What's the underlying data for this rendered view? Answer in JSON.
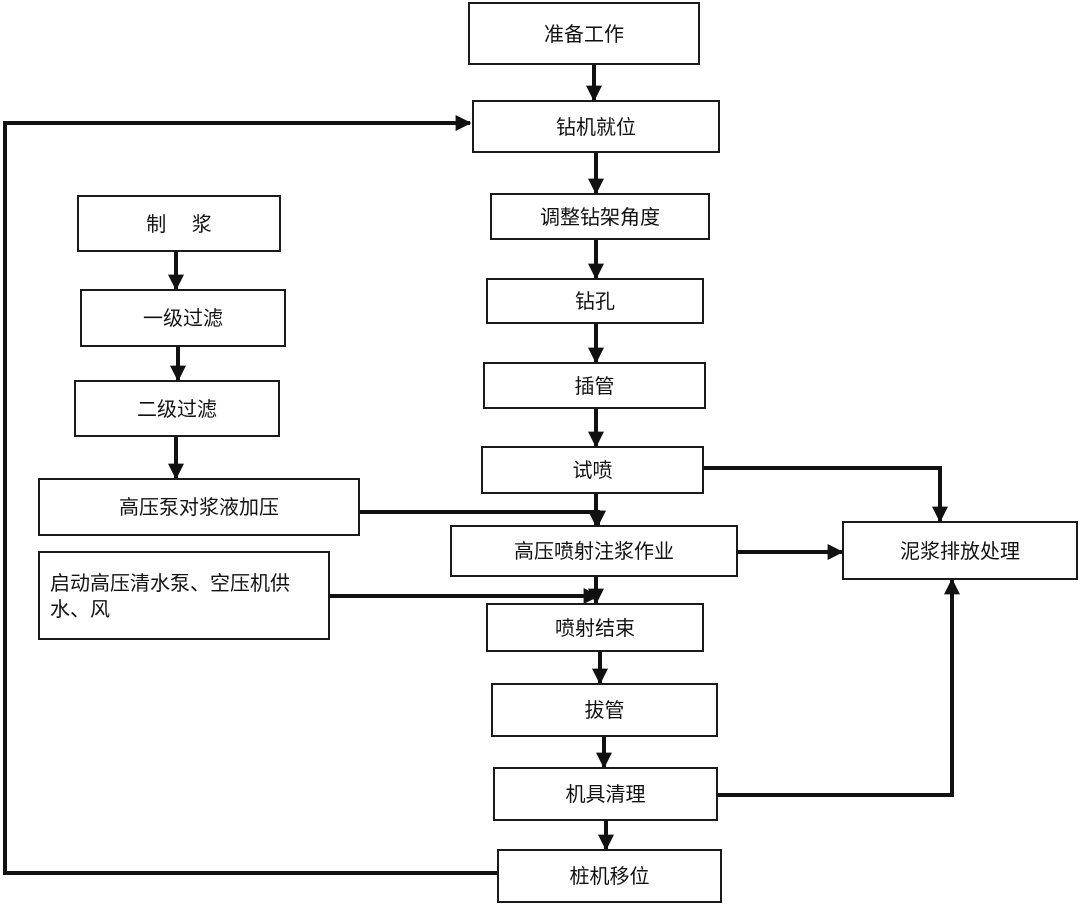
{
  "colors": {
    "line": "#111111",
    "border": "#1a1a1a",
    "text": "#111111",
    "background": "#ffffff"
  },
  "steps": {
    "prep": "准备工作",
    "rig_position": "钻机就位",
    "adjust_angle": "调整钻架角度",
    "drill": "钻孔",
    "insert_pipe": "插管",
    "test_spray": "试喷",
    "grouting": "高压喷射注浆作业",
    "spray_end": "喷射结束",
    "pull_pipe": "拔管",
    "cleaning": "机具清理",
    "rig_move": "桩机移位",
    "mud_disposal": "泥浆排放处理"
  },
  "slurry": {
    "make": "制    浆",
    "filter1": "一级过滤",
    "filter2": "二级过滤",
    "pressurize": "高压泵对浆液加压"
  },
  "supply": {
    "start_pumps": "启动高压清水泵、空压机供水、风"
  }
}
